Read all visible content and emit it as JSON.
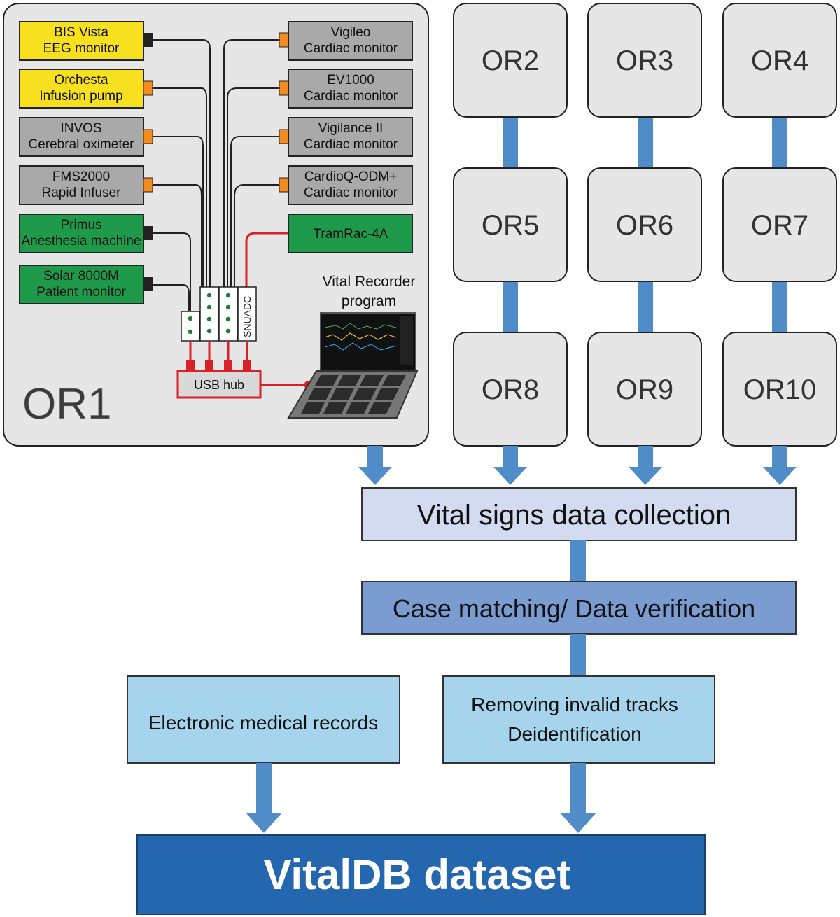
{
  "or1": {
    "label": "OR1",
    "devices_left": [
      {
        "line1": "BIS Vista",
        "line2": "EEG monitor",
        "color": "#f7e11f",
        "connector": "#222222"
      },
      {
        "line1": "Orchesta",
        "line2": "Infusion pump",
        "color": "#f7e11f",
        "connector": "#f28c1e"
      },
      {
        "line1": "INVOS",
        "line2": "Cerebral oximeter",
        "color": "#a9a9a9",
        "connector": "#f28c1e"
      },
      {
        "line1": "FMS2000",
        "line2": "Rapid Infuser",
        "color": "#a9a9a9",
        "connector": "#f28c1e"
      },
      {
        "line1": "Primus",
        "line2": "Anesthesia machine",
        "color": "#1f9a4a",
        "connector": "#222222"
      },
      {
        "line1": "Solar 8000M",
        "line2": "Patient monitor",
        "color": "#1f9a4a",
        "connector": "#222222"
      }
    ],
    "devices_right": [
      {
        "line1": "Vigileo",
        "line2": "Cardiac monitor",
        "color": "#a9a9a9",
        "connector": "#f28c1e"
      },
      {
        "line1": "EV1000",
        "line2": "Cardiac monitor",
        "color": "#a9a9a9",
        "connector": "#f28c1e"
      },
      {
        "line1": "Vigilance II",
        "line2": "Cardiac monitor",
        "color": "#a9a9a9",
        "connector": "#f28c1e"
      },
      {
        "line1": "CardioQ-ODM+",
        "line2": "Cardiac monitor",
        "color": "#a9a9a9",
        "connector": "#f28c1e"
      },
      {
        "line1": "TramRac-4A",
        "line2": "",
        "color": "#1f9a4a",
        "connector": "#d92027"
      }
    ],
    "adc_label": "SNUADC",
    "usb_hub_label": "USB hub",
    "recorder_line1": "Vital Recorder",
    "recorder_line2": "program"
  },
  "operating_rooms": [
    "OR2",
    "OR3",
    "OR4",
    "OR5",
    "OR6",
    "OR7",
    "OR8",
    "OR9",
    "OR10"
  ],
  "pipeline": {
    "collection": "Vital signs data collection",
    "matching": "Case matching/ Data verification",
    "emr": "Electronic medical records",
    "cleaning_line1": "Removing invalid tracks",
    "cleaning_line2": "Deidentification",
    "dataset": "VitalDB dataset"
  },
  "colors": {
    "arrow": "#4f8cc8",
    "collection_fill": "#d2dbf0",
    "matching_fill": "#7a9cd1",
    "light_blue_fill": "#a6d4ec",
    "dataset_fill": "#2467ae",
    "usb_red": "#d92027",
    "or_fill": "#e6e6e6"
  }
}
